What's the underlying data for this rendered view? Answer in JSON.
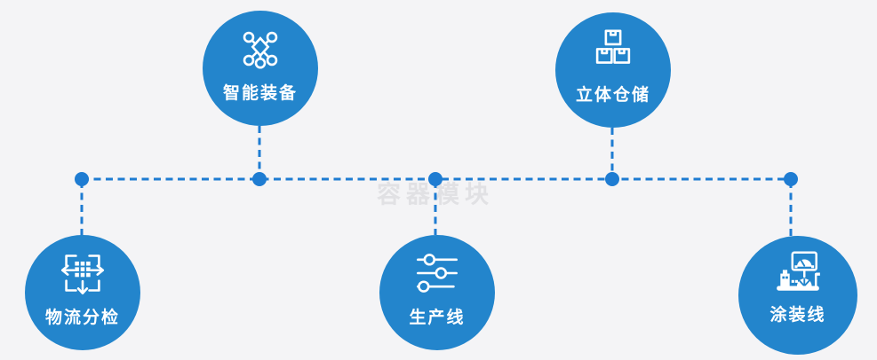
{
  "diagram": {
    "watermark": "容器模块",
    "nodes": [
      {
        "label": "智能装备",
        "icon": "network-nodes-icon"
      },
      {
        "label": "立体仓储",
        "icon": "stacked-boxes-icon"
      },
      {
        "label": "物流分检",
        "icon": "sorting-dispatch-icon"
      },
      {
        "label": "生产线",
        "icon": "sliders-icon"
      },
      {
        "label": "涂装线",
        "icon": "control-station-icon"
      }
    ],
    "colors": {
      "background": "#f4f4f6",
      "node_fill": "#2385cc",
      "connector": "#1e7cd2",
      "icon": "#ffffff",
      "label_text": "#ffffff",
      "watermark_text": "#e1e1e4"
    }
  }
}
